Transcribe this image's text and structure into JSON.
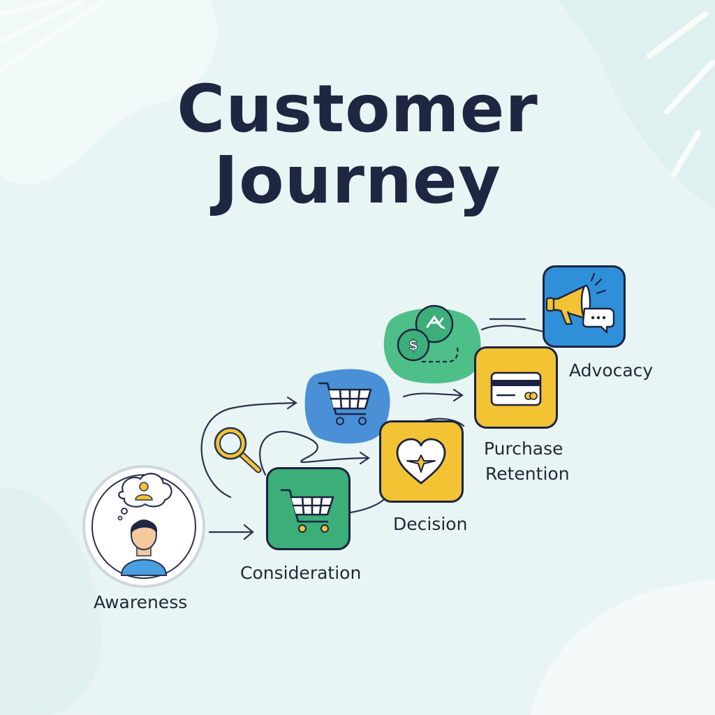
{
  "title": {
    "line1": "Customer",
    "line2": "Journey"
  },
  "stages": [
    {
      "label": "Awareness",
      "icon": "person-thought-icon",
      "color": "#ffffff"
    },
    {
      "label": "Consideration",
      "icon": "shopping-cart-icon",
      "color": "#3bae7a"
    },
    {
      "label": "Decision",
      "icon": "heart-icon",
      "color": "#f2c333"
    },
    {
      "label_line1": "Purchase",
      "label_line2": "Retention",
      "icon": "credit-card-icon",
      "color": "#f2c333"
    },
    {
      "label": "Advocacy",
      "icon": "megaphone-icon",
      "color": "#2f8fd8"
    }
  ],
  "extra_icons": [
    {
      "icon": "magnifier-icon",
      "color": "#f2c333"
    },
    {
      "icon": "shopping-cart-icon",
      "color": "#4a90d6"
    },
    {
      "icon": "money-chat-bubbles-icon",
      "color": "#4fbf8a"
    }
  ],
  "colors": {
    "background": "#e9f5f4",
    "title": "#1e2642",
    "outline": "#1c2340",
    "green": "#3bae7a",
    "yellow": "#f2c333",
    "blue": "#2f8fd8"
  }
}
